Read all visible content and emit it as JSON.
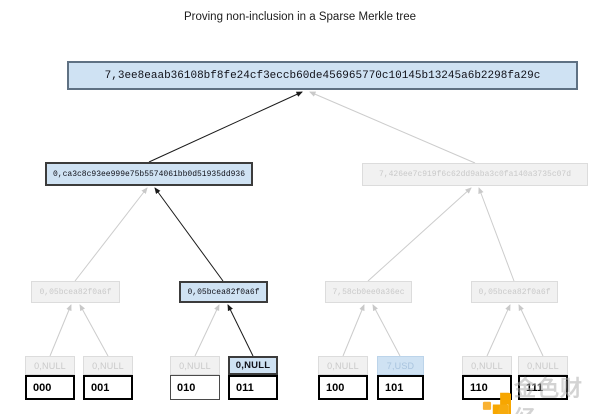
{
  "title": "Proving non-inclusion in a Sparse Merkle tree",
  "tree": {
    "root": {
      "label": "7,3ee8eaab36108bf8fe24cf3eccb60de456965770c10145b13245a6b2298fa29c",
      "state": "highlighted"
    },
    "level2": [
      {
        "label": "0,ca3c8c93ee999e75b5574061bb0d51935dd936",
        "state": "highlighted"
      },
      {
        "label": "7,426ee7c919f6c62dd9aba3c0fa140a3735c07d",
        "state": "faded"
      }
    ],
    "level3": [
      {
        "label": "0,05bcea82f0a6f",
        "state": "faded"
      },
      {
        "label": "0,05bcea82f0a6f",
        "state": "highlighted"
      },
      {
        "label": "7,58cb0ee0a36ec",
        "state": "faded"
      },
      {
        "label": "0,05bcea82f0a6f",
        "state": "faded"
      }
    ],
    "leaves": [
      {
        "hash": "0,NULL",
        "key": "000",
        "state": "faded"
      },
      {
        "hash": "0,NULL",
        "key": "001",
        "state": "faded"
      },
      {
        "hash": "0,NULL",
        "key": "010",
        "state": "faded"
      },
      {
        "hash": "0,NULL",
        "key": "011",
        "state": "highlighted"
      },
      {
        "hash": "0,NULL",
        "key": "100",
        "state": "faded"
      },
      {
        "hash": "7,USD",
        "key": "101",
        "state": "faded-blue"
      },
      {
        "hash": "0,NULL",
        "key": "110",
        "state": "faded"
      },
      {
        "hash": "0,NULL",
        "key": "111",
        "state": "faded"
      }
    ]
  },
  "watermark": {
    "text": "金色财经",
    "logo": "jinse-finance-logo"
  },
  "colors": {
    "highlight_fill": "#cfe2f3",
    "highlight_border": "#3c3c3c",
    "root_border": "#5f7183",
    "faded_fill": "#f1f1f1",
    "faded_border": "#dcdcdc",
    "faded_text": "#c9c9c9",
    "faded_blue_text": "#a9c4de",
    "edge_grey": "#cccccc",
    "edge_black": "#1a1a1a",
    "watermark_orange": "#f7a600",
    "watermark_grey": "#b0b0b0"
  }
}
